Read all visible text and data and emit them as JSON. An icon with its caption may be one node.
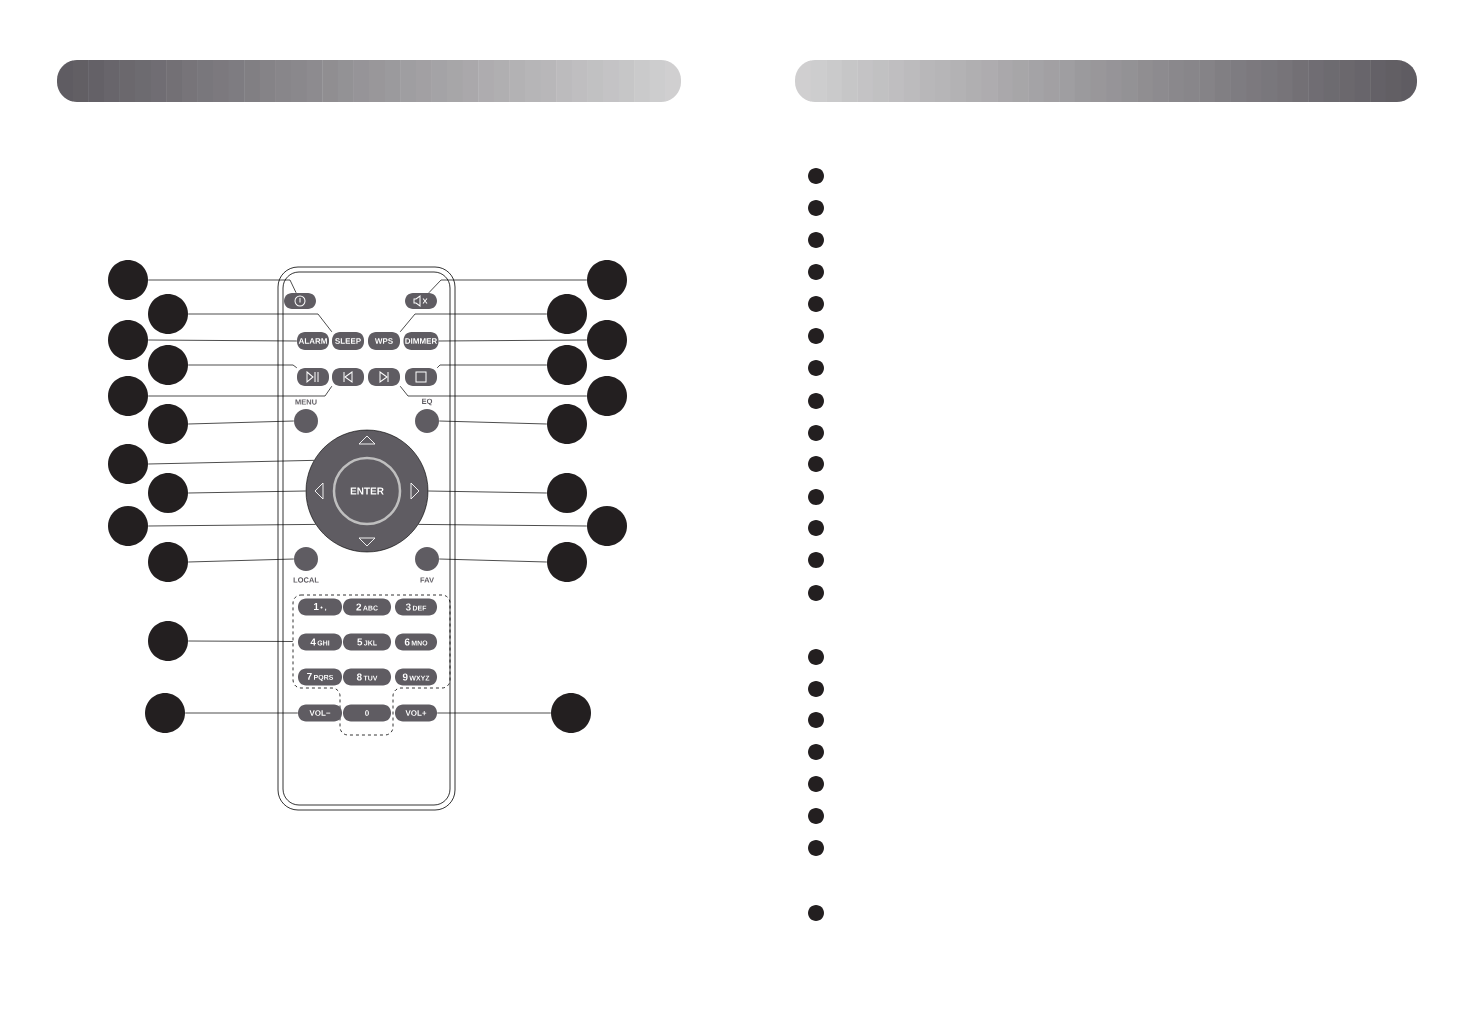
{
  "diagram": {
    "nodes": [
      {
        "text": [],
        "shape": "box"
      },
      {
        "text": [],
        "shape": "box",
        "in": 0
      },
      {
        "text": [],
        "shape": "box",
        "in": 0
      },
      {
        "text": [
          "ALARM"
        ],
        "in": 0
      },
      {
        "text": [
          "SLEEP"
        ],
        "in": 0
      },
      {
        "text": [
          "WPS"
        ],
        "in": 0
      },
      {
        "text": [
          "DIMMER"
        ],
        "in": 0
      },
      {
        "text": [],
        "shape": "box",
        "in": 0
      },
      {
        "text": [],
        "shape": "box",
        "in": 0
      },
      {
        "text": [],
        "shape": "box",
        "in": 0
      },
      {
        "text": [],
        "shape": "box",
        "in": 0
      },
      {
        "text": [],
        "shape": "circle",
        "in": 0,
        "beside": [
          "MENU"
        ]
      },
      {
        "text": [],
        "shape": "circle",
        "in": 0,
        "beside": [
          "EQ"
        ]
      },
      {
        "text": [],
        "shape": "circle",
        "in": 0
      },
      {
        "text": [
          "ENTER"
        ],
        "in": 13
      },
      {
        "text": [],
        "shape": "circle",
        "in": 0,
        "beside": [
          "LOCAL"
        ]
      },
      {
        "text": [],
        "shape": "circle",
        "in": 0,
        "beside": [
          "FAV"
        ]
      },
      {
        "text": [],
        "shape": "box",
        "in": 0
      },
      {
        "text": [
          "1",
          "• ,"
        ],
        "in": 17
      },
      {
        "text": [
          "2",
          "ABC"
        ],
        "in": 17
      },
      {
        "text": [
          "3",
          "DEF"
        ],
        "in": 17
      },
      {
        "text": [
          "4",
          "GHI"
        ],
        "in": 17
      },
      {
        "text": [
          "5",
          "JKL"
        ],
        "in": 17
      },
      {
        "text": [
          "6",
          "MNO"
        ],
        "in": 17
      },
      {
        "text": [
          "7",
          "PQRS"
        ],
        "in": 17
      },
      {
        "text": [
          "8",
          "TUV"
        ],
        "in": 17
      },
      {
        "text": [
          "9",
          "WXYZ"
        ],
        "in": 17
      },
      {
        "text": [
          "0"
        ],
        "in": 17
      },
      {
        "text": [
          "VOL−"
        ],
        "in": 0
      },
      {
        "text": [
          "VOL+"
        ],
        "in": 0
      },
      {
        "text": [],
        "shape": "circle"
      },
      {
        "text": [],
        "shape": "circle"
      },
      {
        "text": [],
        "shape": "circle"
      },
      {
        "text": [],
        "shape": "circle"
      },
      {
        "text": [],
        "shape": "circle"
      },
      {
        "text": [],
        "shape": "circle"
      },
      {
        "text": [],
        "shape": "circle"
      },
      {
        "text": [],
        "shape": "circle"
      },
      {
        "text": [],
        "shape": "circle"
      },
      {
        "text": [],
        "shape": "circle"
      },
      {
        "text": [],
        "shape": "circle"
      },
      {
        "text": [],
        "shape": "circle"
      },
      {
        "text": [],
        "shape": "circle"
      },
      {
        "text": [],
        "shape": "circle"
      },
      {
        "text": [],
        "shape": "circle"
      },
      {
        "text": [],
        "shape": "circle"
      },
      {
        "text": [],
        "shape": "circle"
      },
      {
        "text": [],
        "shape": "circle"
      },
      {
        "text": [],
        "shape": "circle"
      },
      {
        "text": [],
        "shape": "circle"
      },
      {
        "text": [],
        "shape": "circle"
      },
      {
        "text": [],
        "shape": "circle"
      }
    ],
    "edges": [
      {
        "from": 30,
        "to": 1,
        "arrow": "none"
      },
      {
        "from": 31,
        "to": 4,
        "arrow": "none"
      },
      {
        "from": 32,
        "to": 3,
        "arrow": "none"
      },
      {
        "from": 33,
        "to": 7,
        "arrow": "none"
      },
      {
        "from": 34,
        "to": 8,
        "arrow": "none"
      },
      {
        "from": 35,
        "to": 11,
        "arrow": "none"
      },
      {
        "from": 36,
        "to": 13,
        "arrow": "none"
      },
      {
        "from": 37,
        "to": 13,
        "arrow": "none"
      },
      {
        "from": 38,
        "to": 13,
        "arrow": "none"
      },
      {
        "from": 39,
        "to": 15,
        "arrow": "none"
      },
      {
        "from": 40,
        "to": 17,
        "arrow": "none"
      },
      {
        "from": 41,
        "to": 28,
        "arrow": "none"
      },
      {
        "from": 42,
        "to": 2,
        "arrow": "none"
      },
      {
        "from": 43,
        "to": 5,
        "arrow": "none"
      },
      {
        "from": 44,
        "to": 6,
        "arrow": "none"
      },
      {
        "from": 45,
        "to": 10,
        "arrow": "none"
      },
      {
        "from": 46,
        "to": 9,
        "arrow": "none"
      },
      {
        "from": 47,
        "to": 12,
        "arrow": "none"
      },
      {
        "from": 48,
        "to": 13,
        "arrow": "none"
      },
      {
        "from": 49,
        "to": 13,
        "arrow": "none"
      },
      {
        "from": 50,
        "to": 16,
        "arrow": "none"
      },
      {
        "from": 51,
        "to": 29,
        "arrow": "none"
      }
    ]
  }
}
